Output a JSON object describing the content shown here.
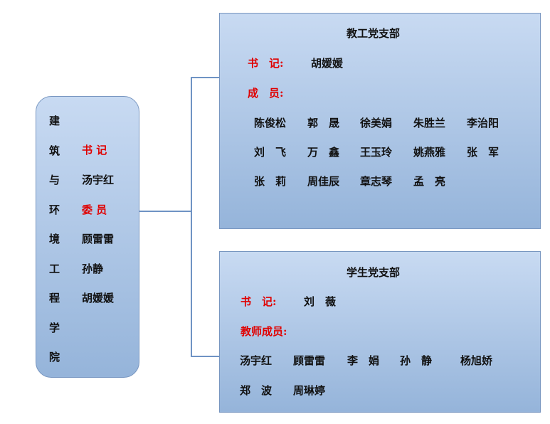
{
  "college": {
    "name_chars": [
      "建",
      "筑",
      "与",
      "环",
      "境",
      "工",
      "程",
      "学",
      "院"
    ],
    "secretary_label": "书 记",
    "secretary": "汤宇红",
    "members_label": "委 员",
    "members": [
      "顾雷雷",
      "孙静",
      "胡媛媛"
    ]
  },
  "faculty_branch": {
    "title": "教工党支部",
    "secretary_label": "书　记:",
    "secretary": "胡媛媛",
    "members_label": "成　员:",
    "members": [
      [
        "陈俊松",
        "郭　晟",
        "徐美娟",
        "朱胜兰",
        "李治阳"
      ],
      [
        "刘　飞",
        "万　鑫",
        "王玉玲",
        "姚燕雅",
        "张　军"
      ],
      [
        "张　莉",
        "周佳辰",
        "章志琴",
        "孟　亮"
      ]
    ]
  },
  "student_branch": {
    "title": "学生党支部",
    "secretary_label": "书　记:",
    "secretary": "刘　薇",
    "members_label": "教师成员:",
    "members": [
      [
        "汤宇红",
        "顾雷雷",
        "李　娟",
        "孙　静",
        "杨旭娇"
      ],
      [
        "郑　波",
        "周琳婷"
      ]
    ]
  }
}
